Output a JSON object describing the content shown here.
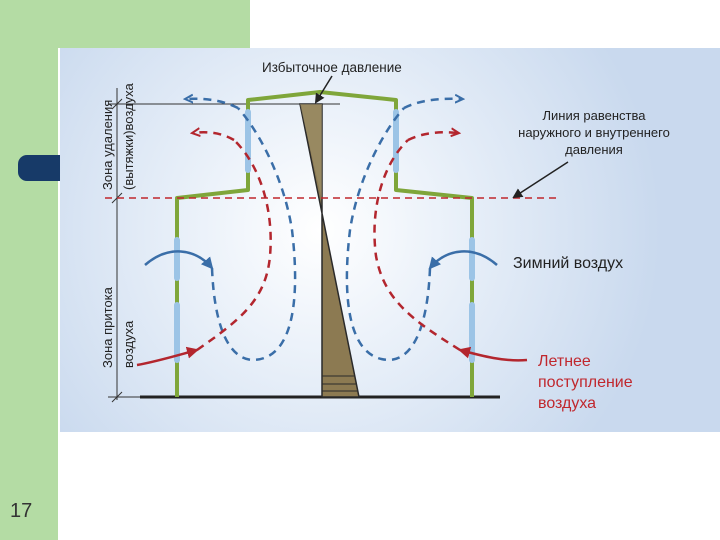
{
  "slide": {
    "number": "17"
  },
  "diagram": {
    "labels": {
      "excess_pressure": "Избыточное давление",
      "equality_line_1": "Линия равенства",
      "equality_line_2": "наружного и внутреннего",
      "equality_line_3": "давления",
      "winter_air": "Зимний воздух",
      "summer_1": "Летнее",
      "summer_2": "поступление",
      "summer_3": "воздуха",
      "exhaust_zone_1": "Зона удаления",
      "exhaust_zone_2": "(вытяжки)воздуха",
      "supply_zone_1": "Зона притока",
      "supply_zone_2": "воздуха"
    },
    "colors": {
      "wall": "#7fa63a",
      "winter": "#3a6ea8",
      "summer": "#b3262e",
      "window": "#9cc4e6",
      "pressure": "#8c7a52",
      "text": "#222222",
      "summer_text": "#c0272d"
    }
  }
}
